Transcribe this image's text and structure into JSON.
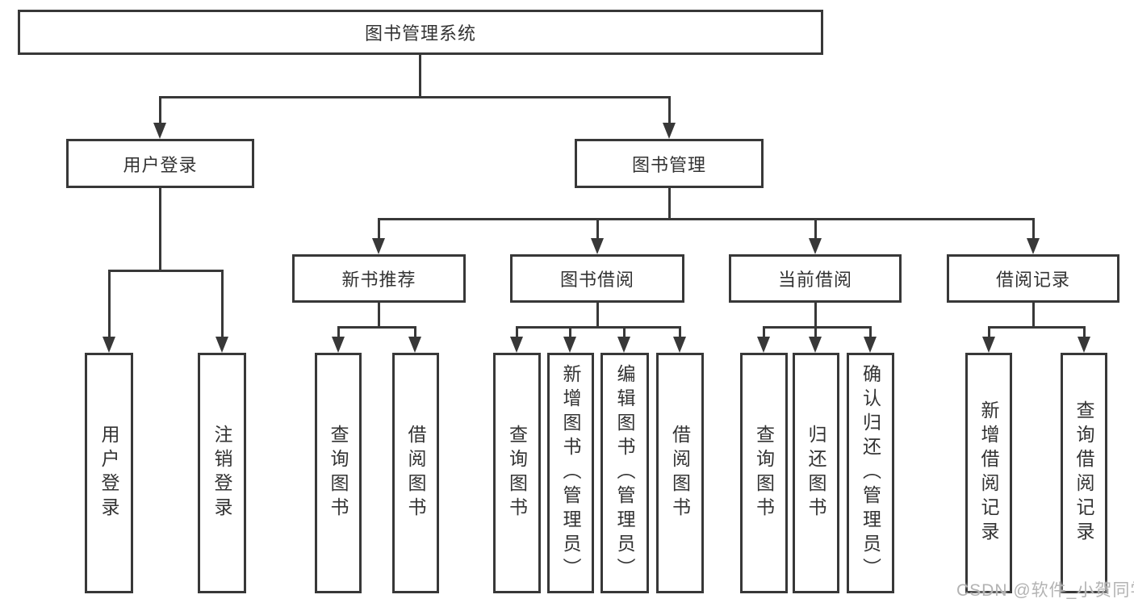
{
  "diagram": {
    "root": "图书管理系统",
    "level2": [
      "用户登录",
      "图书管理"
    ],
    "level3": [
      "新书推荐",
      "图书借阅",
      "当前借阅",
      "借阅记录"
    ],
    "leaves_user_login": [
      "用户登录",
      "注销登录"
    ],
    "leaves_new_book": [
      "查询图书",
      "借阅图书"
    ],
    "leaves_book_borrow": [
      "查询图书",
      "新增图书（管理员）",
      "编辑图书（管理员）",
      "借阅图书"
    ],
    "leaves_current_borrow": [
      "查询图书",
      "归还图书",
      "确认归还（管理员）"
    ],
    "leaves_borrow_record": [
      "新增借阅记录",
      "查询借阅记录"
    ]
  },
  "watermark": "CSDN @软件_小贺同学",
  "colors": {
    "line": "#383838",
    "border": "#383838",
    "text": "#333333",
    "watermark": "#b3b3b3",
    "background": "#ffffff"
  }
}
